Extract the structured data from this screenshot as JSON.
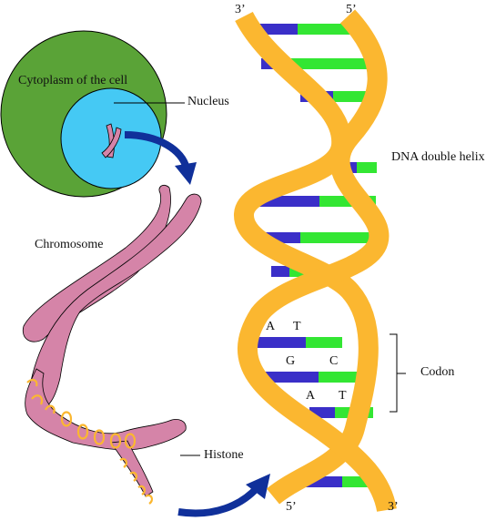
{
  "labels": {
    "cytoplasm": "Cytoplasm of the cell",
    "nucleus": "Nucleus",
    "chromosome": "Chromosome",
    "histone": "Histone",
    "dna_helix": "DNA double helix",
    "codon": "Codon",
    "top_left_end": "3’",
    "top_right_end": "5’",
    "bottom_left_end": "5’",
    "bottom_right_end": "3’"
  },
  "codon_bases": {
    "row1_left": "A",
    "row1_right": "T",
    "row2_left": "G",
    "row2_right": "C",
    "row3_left": "A",
    "row3_right": "T"
  },
  "colors": {
    "cytoplasm": "#5aa337",
    "nucleus": "#45c9f4",
    "chromosome": "#d584a8",
    "backbone": "#fbb730",
    "base_green": "#33e633",
    "base_purple": "#3a2fc8",
    "arrow": "#10309a"
  }
}
